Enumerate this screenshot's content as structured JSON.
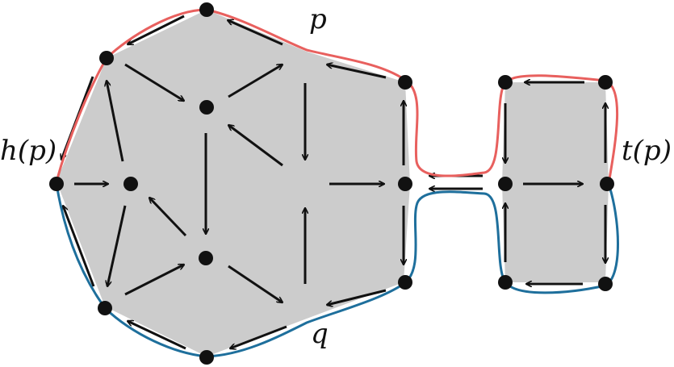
{
  "labels": {
    "p": "p",
    "q": "q",
    "h_of_p": "h(p)",
    "t_of_p": "t(p)"
  },
  "colors": {
    "region_fill": "#cccccc",
    "path_p": "#e8605e",
    "path_q": "#1e6f9c",
    "arrows": "#111111",
    "vertices": "#111111"
  }
}
